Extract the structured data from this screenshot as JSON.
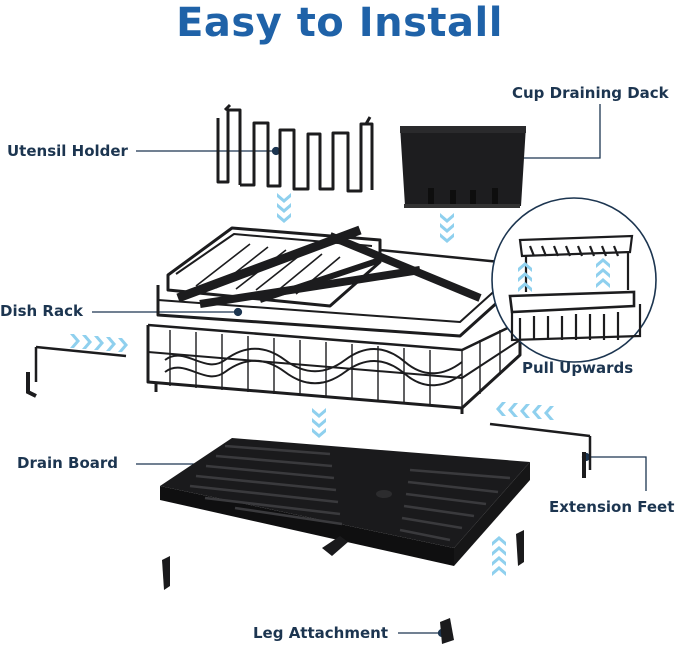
{
  "title": "Easy to Install",
  "labels": {
    "utensil_holder": "Utensil Holder",
    "cup_draining": "Cup Draining Dack",
    "dish_rack": "Dish Rack",
    "pull_upwards": "Pull Upwards",
    "drain_board": "Drain Board",
    "extension_feet": "Extension Feet",
    "leg_attachment": "Leg Attachment"
  },
  "colors": {
    "title": "#1f62a8",
    "label": "#1c3550",
    "leader": "#1c3550",
    "arrow": "#8fd0ee",
    "product": "#1c1c1e"
  },
  "icons": [
    "utensil-holder-illustration",
    "cup-drainer-illustration",
    "dish-rack-illustration",
    "drain-board-illustration",
    "extension-foot-illustration",
    "leg-piece-illustration",
    "chevron-arrow-icon"
  ]
}
